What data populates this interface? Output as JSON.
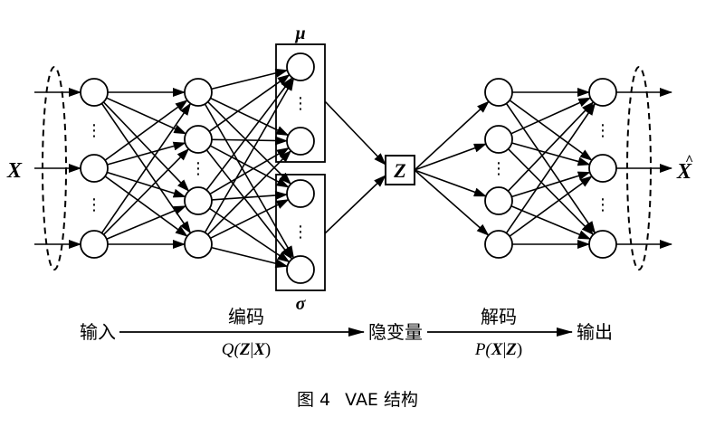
{
  "diagram": {
    "input_label": "X",
    "output_label": "X",
    "output_hat": "^",
    "mu_label": "μ",
    "sigma_label": "σ",
    "z_label": "Z",
    "vertical_ellipsis": "⋮"
  },
  "flow": {
    "input": "输入",
    "encode": "编码",
    "encode_formula": {
      "q": "Q(",
      "z": "Z",
      "bar": "|",
      "x": "X",
      "close": ")"
    },
    "latent": "隐变量",
    "decode": "解码",
    "decode_formula": {
      "p": "P(",
      "x": "X",
      "bar": "|",
      "z": "Z",
      "close": ")"
    },
    "output": "输出"
  },
  "caption": {
    "figure_number": "图 4",
    "text": "VAE 结构"
  }
}
